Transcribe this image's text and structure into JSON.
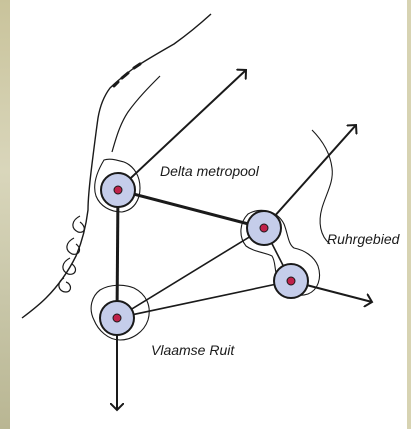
{
  "labels": {
    "delta": "Delta metropool",
    "ruhr": "Ruhrgebied",
    "vlaams": "Vlaamse Ruit"
  },
  "colors": {
    "ink": "#1a1a1a",
    "node_fill": "#c5cdea",
    "node_core": "#c0224a",
    "background": "#ffffff"
  }
}
